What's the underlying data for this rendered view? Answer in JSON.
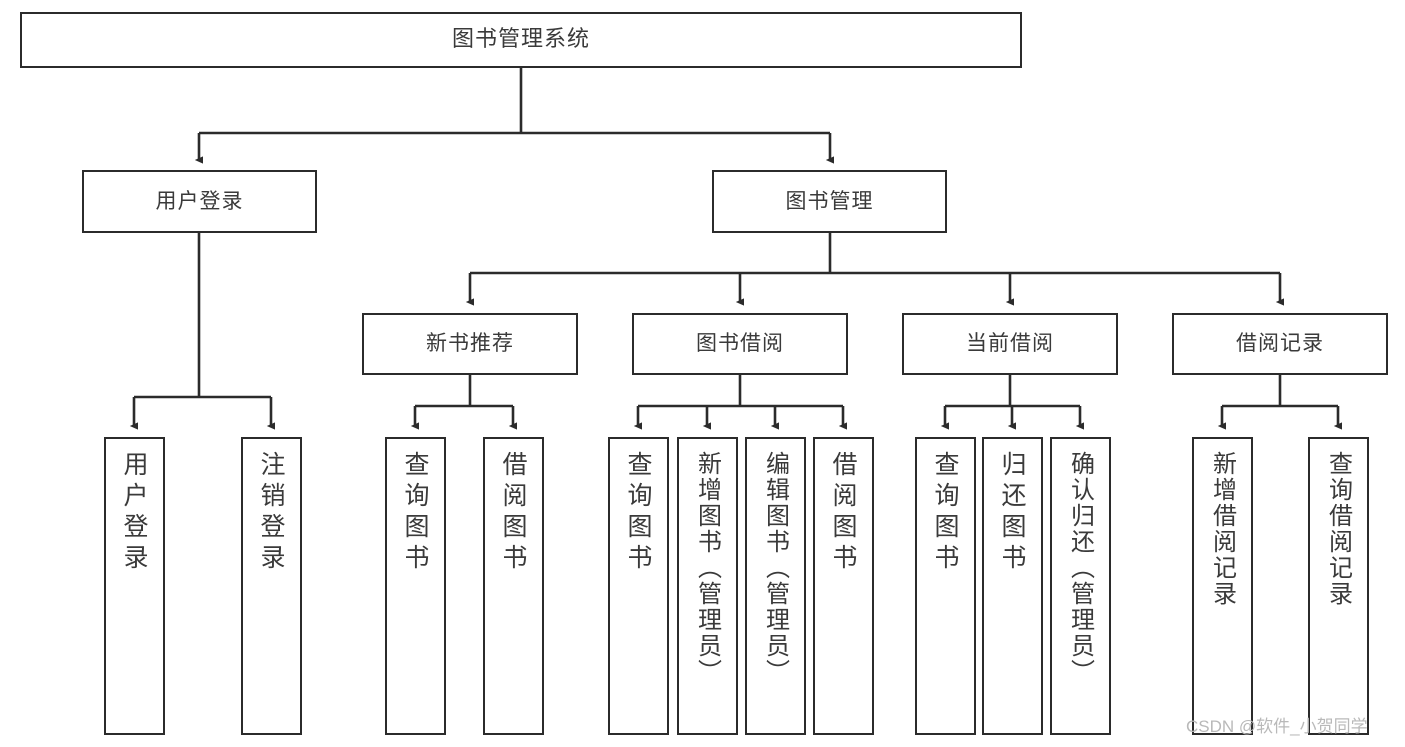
{
  "diagram": {
    "title": "图书管理系统",
    "watermark": "CSDN @软件_小贺同学",
    "colors": {
      "stroke": "#2b2b2b",
      "text": "#3a3a3a",
      "background": "#ffffff",
      "watermark": "#b9b9b9"
    },
    "root": {
      "id": "root",
      "label": "图书管理系统"
    },
    "level2": [
      {
        "id": "user-login",
        "label": "用户登录"
      },
      {
        "id": "book-manage",
        "label": "图书管理"
      }
    ],
    "level3": [
      {
        "id": "new-book-rec",
        "label": "新书推荐"
      },
      {
        "id": "book-borrow",
        "label": "图书借阅"
      },
      {
        "id": "current-borrow",
        "label": "当前借阅"
      },
      {
        "id": "borrow-record",
        "label": "借阅记录"
      }
    ],
    "leaves": {
      "user_login": [
        {
          "id": "leaf-user-login",
          "label": "用户登录"
        },
        {
          "id": "leaf-logout-login",
          "label": "注销登录"
        }
      ],
      "new_book_rec": [
        {
          "id": "leaf-query-book-1",
          "label": "查询图书"
        },
        {
          "id": "leaf-borrow-book-1",
          "label": "借阅图书"
        }
      ],
      "book_borrow": [
        {
          "id": "leaf-query-book-2",
          "label": "查询图书"
        },
        {
          "id": "leaf-add-book",
          "label": "新增图书（管理员）"
        },
        {
          "id": "leaf-edit-book",
          "label": "编辑图书（管理员）"
        },
        {
          "id": "leaf-borrow-book-2",
          "label": "借阅图书"
        }
      ],
      "current_borrow": [
        {
          "id": "leaf-query-book-3",
          "label": "查询图书"
        },
        {
          "id": "leaf-return-book",
          "label": "归还图书"
        },
        {
          "id": "leaf-confirm-return",
          "label": "确认归还（管理员）"
        }
      ],
      "borrow_record": [
        {
          "id": "leaf-add-record",
          "label": "新增借阅记录"
        },
        {
          "id": "leaf-query-record",
          "label": "查询借阅记录"
        }
      ]
    }
  }
}
